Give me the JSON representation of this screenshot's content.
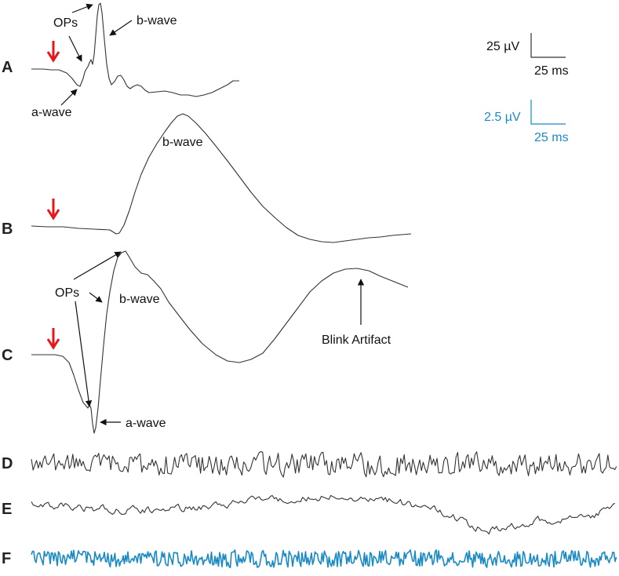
{
  "panels": {
    "A": {
      "label": "A",
      "annotations": {
        "ops": "OPs",
        "b_wave": "b-wave",
        "a_wave": "a-wave"
      }
    },
    "B": {
      "label": "B",
      "annotations": {
        "b_wave": "b-wave"
      }
    },
    "C": {
      "label": "C",
      "annotations": {
        "ops": "OPs",
        "b_wave": "b-wave",
        "a_wave": "a-wave",
        "blink": "Blink Artifact"
      }
    },
    "D": {
      "label": "D"
    },
    "E": {
      "label": "E"
    },
    "F": {
      "label": "F"
    }
  },
  "scale_bars": {
    "black": {
      "voltage": "25 µV",
      "time": "25 ms",
      "color": "#333333"
    },
    "blue": {
      "voltage": "2.5 µV",
      "time": "25 ms",
      "color": "#1a8ac6"
    }
  },
  "colors": {
    "trace": "#333333",
    "trace_blue": "#1a8ac6",
    "stimulus_arrow": "#e8161a"
  },
  "icons": {
    "stimulus": "red-down-arrow-icon",
    "pointer": "black-arrow-icon"
  }
}
